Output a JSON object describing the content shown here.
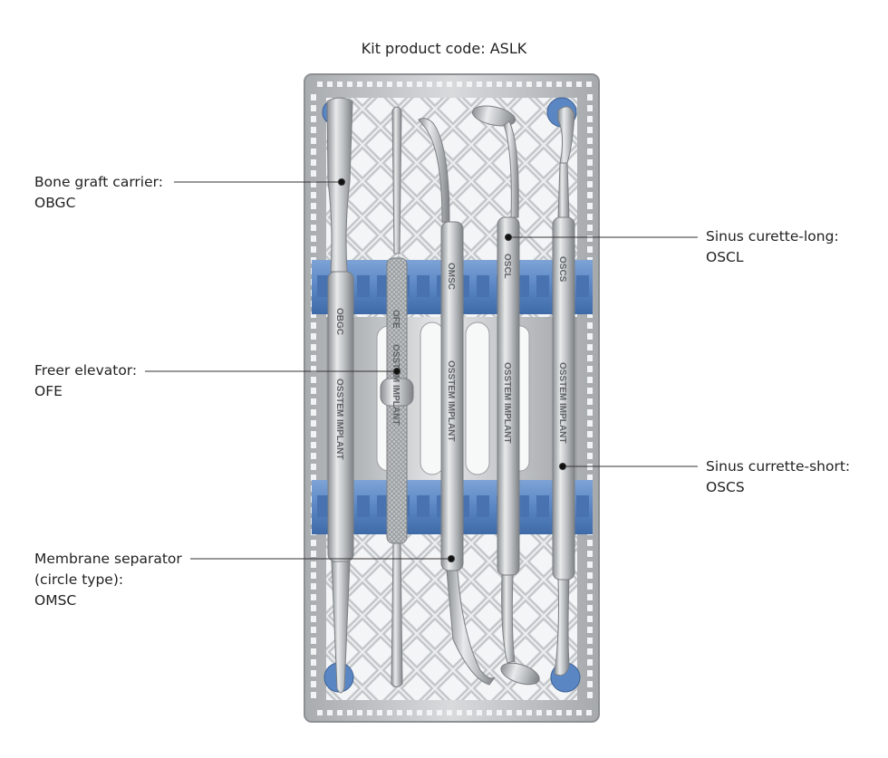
{
  "title": "Kit product code: ASLK",
  "callouts": {
    "bone_graft": {
      "name": "Bone graft carrier:",
      "code": "OBGC"
    },
    "freer": {
      "name": "Freer elevator:",
      "code": "OFE"
    },
    "membrane": {
      "name_line1": "Membrane separator",
      "name_line2": "(circle type):",
      "code": "OMSC"
    },
    "sinus_long": {
      "name": "Sinus curette-long:",
      "code": "OSCL"
    },
    "sinus_short": {
      "name": "Sinus currette-short:",
      "code": "OSCS"
    }
  },
  "instruments": [
    {
      "code": "OBGC",
      "brand": "OSSTEM IMPLANT"
    },
    {
      "code": "OFE",
      "brand": "OSSTEM IMPLANT"
    },
    {
      "code": "OMSC",
      "brand": "OSSTEM IMPLANT"
    },
    {
      "code": "OSCL",
      "brand": "OSSTEM IMPLANT"
    },
    {
      "code": "OSCS",
      "brand": "OSSTEM IMPLANT"
    }
  ],
  "colors": {
    "tray_metal": "#c9ccce",
    "silicone_strip": "#5a86c4",
    "steel": "#b9bcbf"
  }
}
